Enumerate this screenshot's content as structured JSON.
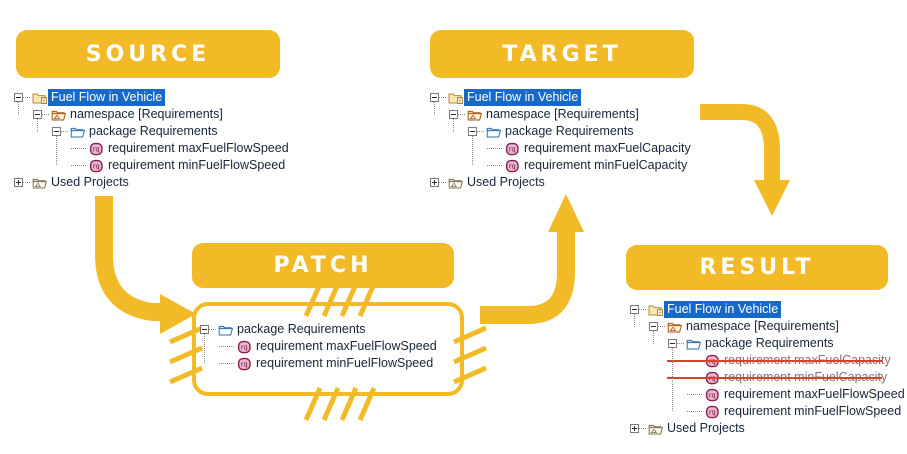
{
  "panels": {
    "source": {
      "title": "SOURCE",
      "rows": [
        {
          "label": "Fuel Flow in Vehicle",
          "icon": "project-folder-icon",
          "expander": "minus",
          "selected": true,
          "depth": 0
        },
        {
          "label": "namespace [Requirements]",
          "icon": "namespace-folder-icon",
          "expander": "minus",
          "selected": false,
          "depth": 1
        },
        {
          "label": "package Requirements",
          "icon": "package-folder-icon",
          "expander": "minus",
          "selected": false,
          "depth": 2
        },
        {
          "label": "requirement maxFuelFlowSpeed",
          "icon": "requirement-icon",
          "expander": "none",
          "selected": false,
          "depth": 3
        },
        {
          "label": "requirement minFuelFlowSpeed",
          "icon": "requirement-icon",
          "expander": "none",
          "selected": false,
          "depth": 3
        },
        {
          "label": "Used Projects",
          "icon": "used-projects-folder-icon",
          "expander": "plus",
          "selected": false,
          "depth": 0
        }
      ]
    },
    "target": {
      "title": "TARGET",
      "rows": [
        {
          "label": "Fuel Flow in Vehicle",
          "icon": "project-folder-icon",
          "expander": "minus",
          "selected": true,
          "depth": 0
        },
        {
          "label": "namespace [Requirements]",
          "icon": "namespace-folder-icon",
          "expander": "minus",
          "selected": false,
          "depth": 1
        },
        {
          "label": "package Requirements",
          "icon": "package-folder-icon",
          "expander": "minus",
          "selected": false,
          "depth": 2
        },
        {
          "label": "requirement maxFuelCapacity",
          "icon": "requirement-icon",
          "expander": "none",
          "selected": false,
          "depth": 3
        },
        {
          "label": "requirement minFuelCapacity",
          "icon": "requirement-icon",
          "expander": "none",
          "selected": false,
          "depth": 3
        },
        {
          "label": "Used Projects",
          "icon": "used-projects-folder-icon",
          "expander": "plus",
          "selected": false,
          "depth": 0
        }
      ]
    },
    "patch": {
      "title": "PATCH",
      "rows": [
        {
          "label": "package Requirements",
          "icon": "package-folder-icon",
          "expander": "minus",
          "selected": false,
          "depth": 0
        },
        {
          "label": "requirement maxFuelFlowSpeed",
          "icon": "requirement-icon",
          "expander": "none",
          "selected": false,
          "depth": 1
        },
        {
          "label": "requirement minFuelFlowSpeed",
          "icon": "requirement-icon",
          "expander": "none",
          "selected": false,
          "depth": 1
        }
      ]
    },
    "result": {
      "title": "RESULT",
      "rows": [
        {
          "label": "Fuel Flow in Vehicle",
          "icon": "project-folder-icon",
          "expander": "minus",
          "selected": true,
          "depth": 0,
          "removed": false
        },
        {
          "label": "namespace [Requirements]",
          "icon": "namespace-folder-icon",
          "expander": "minus",
          "selected": false,
          "depth": 1,
          "removed": false
        },
        {
          "label": "package Requirements",
          "icon": "package-folder-icon",
          "expander": "minus",
          "selected": false,
          "depth": 2,
          "removed": false
        },
        {
          "label": "requirement maxFuelCapacity",
          "icon": "requirement-icon",
          "expander": "none",
          "selected": false,
          "depth": 3,
          "removed": true
        },
        {
          "label": "requirement minFuelCapacity",
          "icon": "requirement-icon",
          "expander": "none",
          "selected": false,
          "depth": 3,
          "removed": true
        },
        {
          "label": "requirement maxFuelFlowSpeed",
          "icon": "requirement-icon",
          "expander": "none",
          "selected": false,
          "depth": 3,
          "removed": false
        },
        {
          "label": "requirement minFuelFlowSpeed",
          "icon": "requirement-icon",
          "expander": "none",
          "selected": false,
          "depth": 3,
          "removed": false
        },
        {
          "label": "Used Projects",
          "icon": "used-projects-folder-icon",
          "expander": "plus",
          "selected": false,
          "depth": 0,
          "removed": false
        }
      ]
    }
  },
  "arrows": [
    {
      "name": "arrow-source-to-patch",
      "from": "source",
      "to": "patch",
      "direction": "down-right"
    },
    {
      "name": "arrow-patch-to-target",
      "from": "patch",
      "to": "target",
      "direction": "right-up"
    },
    {
      "name": "arrow-target-to-result",
      "from": "target",
      "to": "result",
      "direction": "right-down"
    }
  ],
  "colors": {
    "accent": "#F2BA26",
    "selection": "#1669C8",
    "strikethrough": "#D8412A",
    "requirement": "#9B2060",
    "text": "#16253A"
  }
}
